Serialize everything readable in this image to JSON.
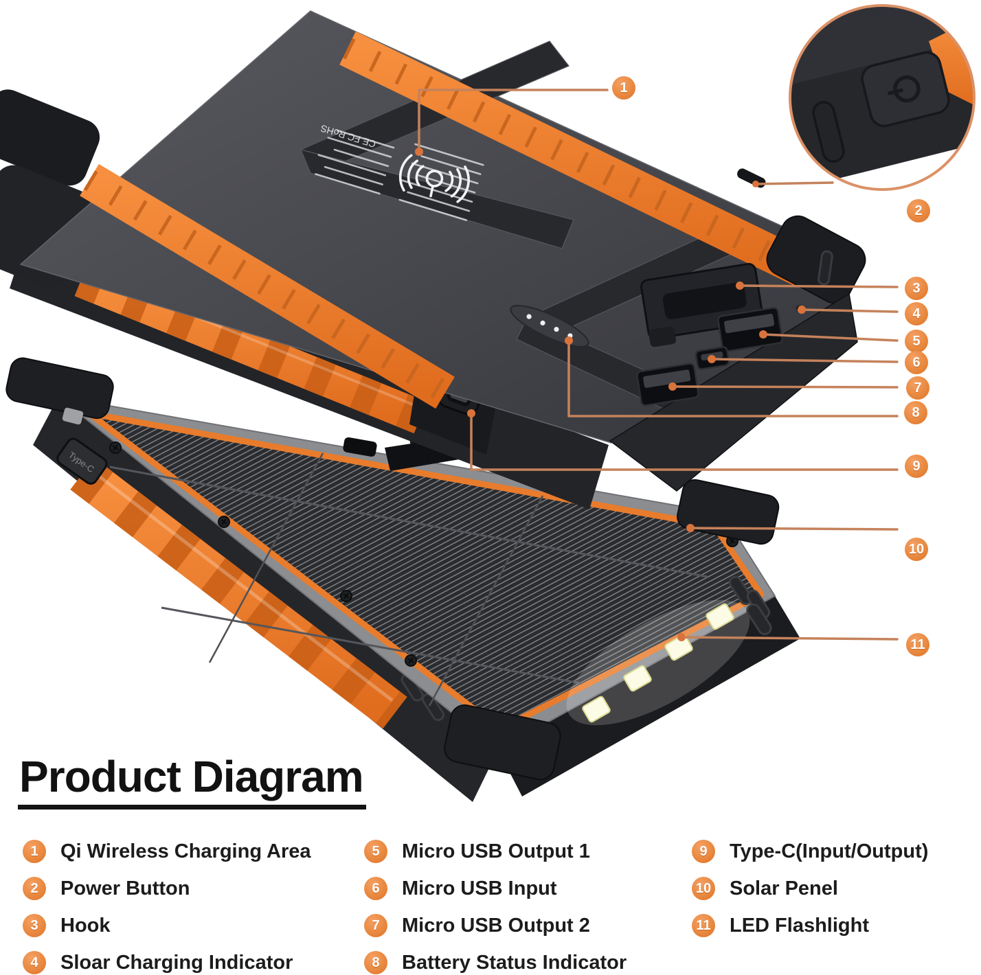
{
  "title": {
    "text": "Product Diagram"
  },
  "colors": {
    "badge_orange": "#E98940",
    "accent_orange": "#EE7D2C",
    "leader_line": "#C5825B",
    "device_dark": "#26272B"
  },
  "callouts": [
    {
      "number": "1",
      "label": "Qi Wireless Charging Area"
    },
    {
      "number": "2",
      "label": "Power Button"
    },
    {
      "number": "3",
      "label": "Hook"
    },
    {
      "number": "4",
      "label": "Sloar Charging Indicator"
    },
    {
      "number": "5",
      "label": "Micro USB Output 1"
    },
    {
      "number": "6",
      "label": "Micro USB Input"
    },
    {
      "number": "7",
      "label": "Micro USB Output 2"
    },
    {
      "number": "8",
      "label": "Battery Status Indicator"
    },
    {
      "number": "9",
      "label": "Type-C(Input/Output)"
    },
    {
      "number": "10",
      "label": "Solar Penel"
    },
    {
      "number": "11",
      "label": "LED Flashlight"
    }
  ],
  "legend": {
    "columns": [
      {
        "items": [
          {
            "number": "1",
            "label": "Qi Wireless Charging Area"
          },
          {
            "number": "2",
            "label": "Power Button"
          },
          {
            "number": "3",
            "label": "Hook"
          },
          {
            "number": "4",
            "label": "Sloar Charging Indicator"
          }
        ]
      },
      {
        "items": [
          {
            "number": "5",
            "label": "Micro USB Output 1"
          },
          {
            "number": "6",
            "label": "Micro USB Input"
          },
          {
            "number": "7",
            "label": "Micro USB Output 2"
          },
          {
            "number": "8",
            "label": "Battery Status Indicator"
          }
        ]
      },
      {
        "items": [
          {
            "number": "9",
            "label": "Type-C(Input/Output)"
          },
          {
            "number": "10",
            "label": "Solar Penel"
          },
          {
            "number": "11",
            "label": "LED Flashlight"
          }
        ]
      }
    ]
  },
  "device_labels": {
    "type_c_flap": "Type-C",
    "certifications": "CE FC RoHS"
  }
}
